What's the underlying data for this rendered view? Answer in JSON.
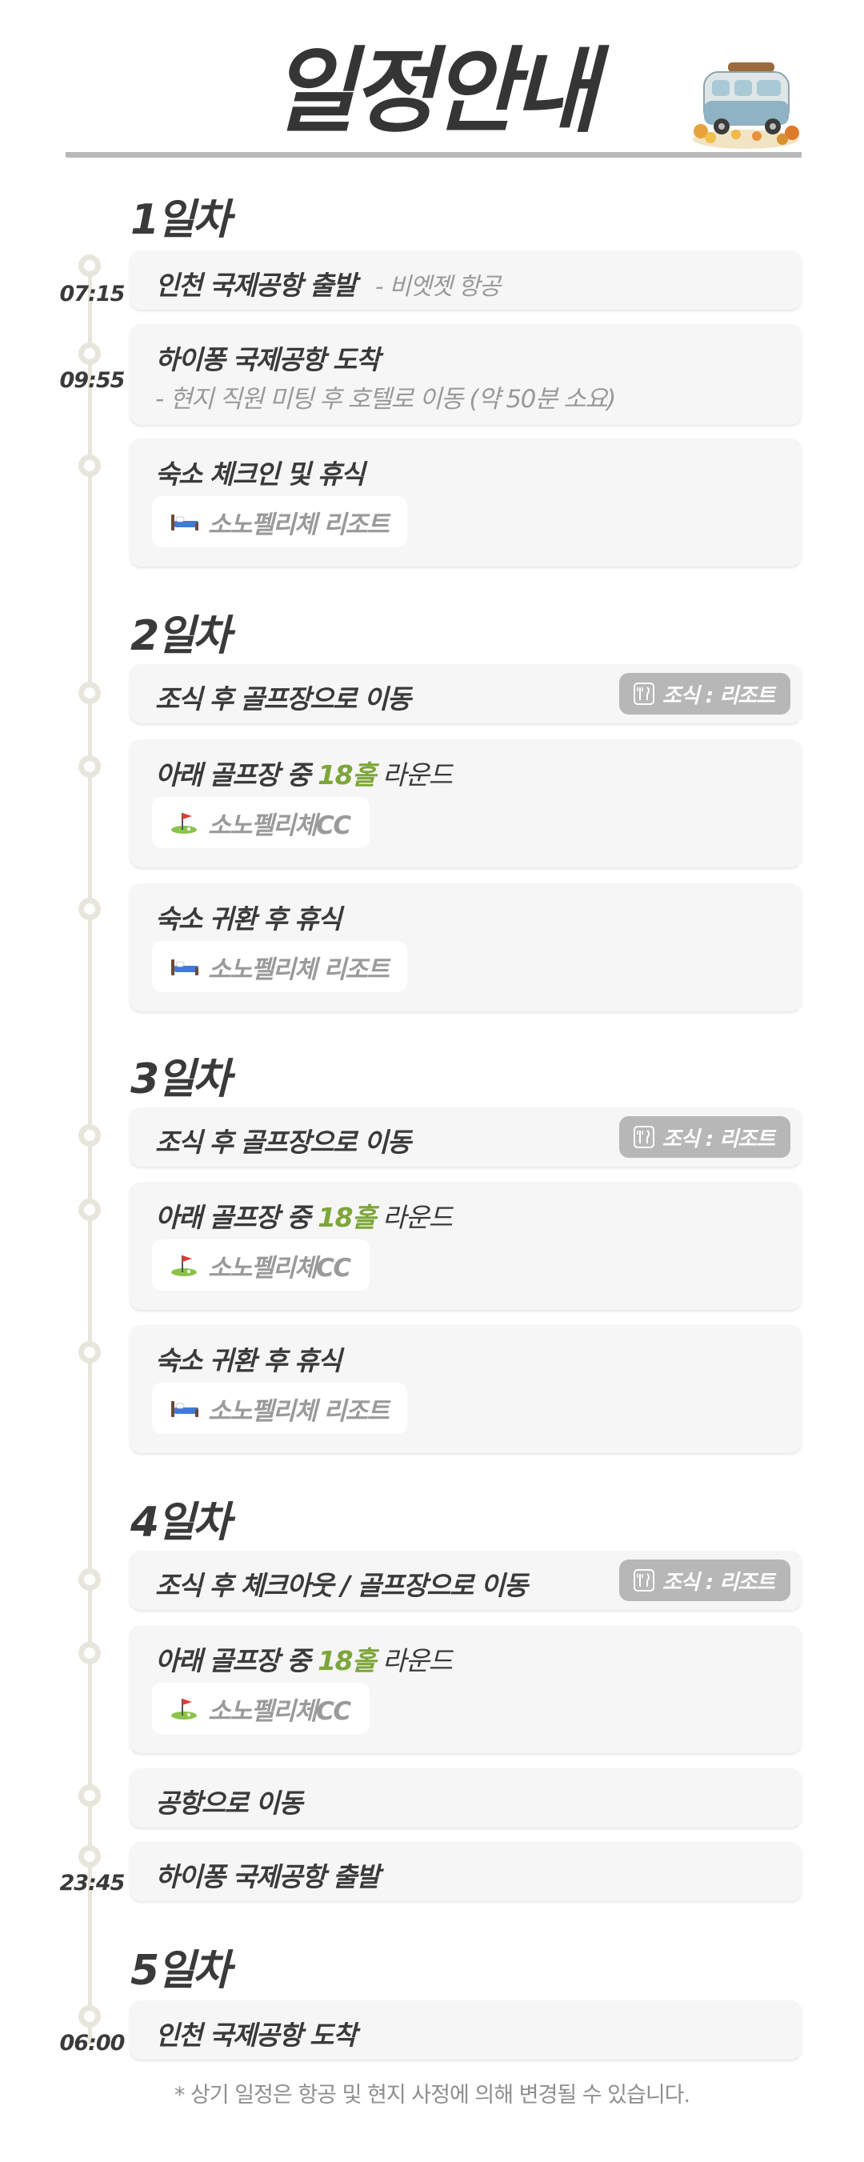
{
  "header": {
    "title": "일정안내"
  },
  "days": [
    {
      "heading": "1일차"
    },
    {
      "heading": "2일차"
    },
    {
      "heading": "3일차"
    },
    {
      "heading": "4일차"
    },
    {
      "heading": "5일차"
    }
  ],
  "times": {
    "d1_depart": "07:15",
    "d1_arrive": "09:55",
    "d4_depart": "23:45",
    "d5_arrive": "06:00"
  },
  "items": {
    "d1_depart_title": "인천 국제공항 출발",
    "d1_depart_sub": "- 비엣젯 항공",
    "d1_arrive_title": "하이퐁 국제공항 도착",
    "d1_arrive_sub": "- 현지 직원 미팅 후 호텔로 이동 (약 50분 소요)",
    "d1_checkin_title": "숙소 체크인 및 휴식",
    "resort_name": "소노펠리체 리조트",
    "golf_name": "소노펠리체CC",
    "to_golf_title": "조식 후 골프장으로 이동",
    "meal_badge": "조식 : 리조트",
    "round_prefix": "아래 골프장 중 ",
    "round_holes": "18홀",
    "round_suffix": " 라운드",
    "return_title": "숙소 귀환 후 휴식",
    "d4_checkout_title": "조식 후 체크아웃 / 골프장으로 이동",
    "d4_airport_title": "공항으로 이동",
    "d4_depart_title": "하이퐁 국제공항 출발",
    "d5_arrive_title": "인천 국제공항 도착"
  },
  "footnote": "* 상기 일정은 항공 및 현지 사정에 의해 변경될 수 있습니다.",
  "colors": {
    "accent_green": "#7da63a",
    "card_bg": "#f6f6f6",
    "badge_bg": "#b7b7b7",
    "timeline": "#e8e6dc",
    "text_dark": "#3a3a3a",
    "text_muted": "#9a9a9a"
  },
  "icons": {
    "bed": "bed-icon",
    "golf": "golf-flag-icon",
    "meal": "fork-knife-icon",
    "bus": "vintage-bus-illustration"
  }
}
